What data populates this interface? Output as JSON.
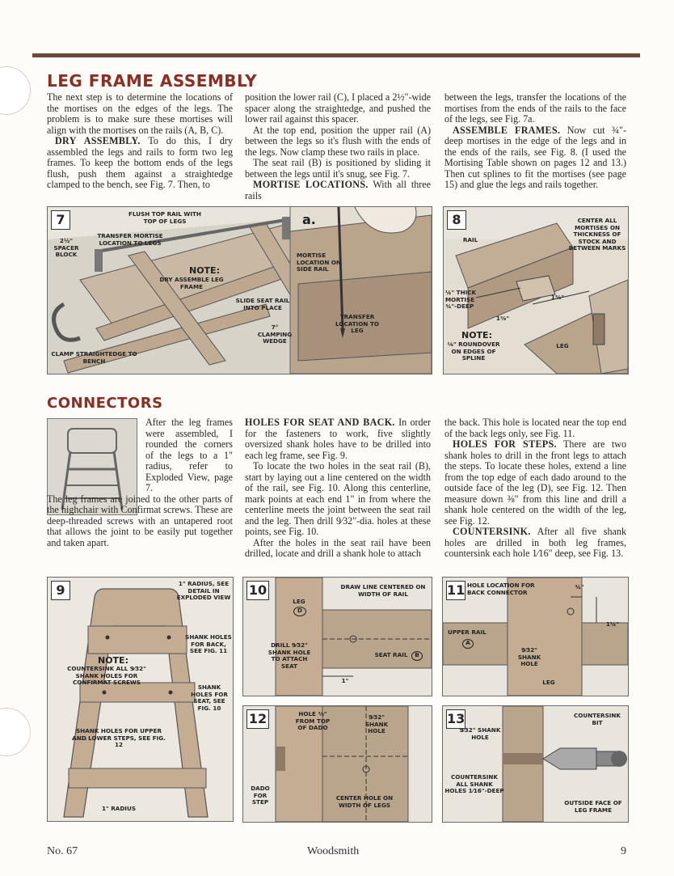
{
  "page": {
    "footer_issue": "No. 67",
    "footer_magazine": "Woodsmith",
    "footer_page": "9"
  },
  "leg_frame": {
    "title": "LEG FRAME ASSEMBLY",
    "c1p1": "The next step is to determine the locations of the mortises on the edges of the legs. The problem is to make sure these mortises will align with the mortises on the rails (A, B, C).",
    "c1p2_lead": "DRY ASSEMBLY.",
    "c1p2": " To do this, I dry assembled the legs and rails to form two leg frames. To keep the bottom ends of the legs flush, push them against a straightedge clamped to the bench, see Fig. 7. Then, to",
    "c2p1": "position the lower rail (C), I placed a 2½\"-wide spacer along the straightedge, and pushed the lower rail against this spacer.",
    "c2p2": "At the top end, position the upper rail (A) between the legs so it's flush with the ends of the legs. Now clamp these two rails in place.",
    "c2p3": "The seat rail (B) is positioned by sliding it between the legs until it's snug, see Fig. 7.",
    "c2p4_lead": "MORTISE LOCATIONS.",
    "c2p4": " With all three rails",
    "c3p1": "between the legs, transfer the locations of the mortises from the ends of the rails to the face of the legs, see Fig. 7a.",
    "c3p2_lead": "ASSEMBLE FRAMES.",
    "c3p2": " Now cut ¾\"-deep mortises in the edge of the legs and in the ends of the rails, see Fig. 8. (I used the Mortising Table shown on pages 12 and 13.) Then cut splines to fit the mortises (see page 15) and glue the legs and rails together."
  },
  "connectors": {
    "title": "CONNECTORS",
    "c1p1": "After the leg frames were assembled, I rounded the corners of the legs to a 1\" radius, refer to Exploded View, page 7.",
    "c1p2": "The leg frames are joined to the other parts of the highchair with Confirmat screws. These are deep-threaded screws with an untapered root that allows the joint to be easily put together and taken apart.",
    "c2p1_lead": "HOLES FOR SEAT AND BACK.",
    "c2p1": " In order for the fasteners to work, five slightly oversized shank holes have to be drilled into each leg frame, see Fig. 9.",
    "c2p2": "To locate the two holes in the seat rail (B), start by laying out a line centered on the width of the rail, see Fig. 10. Along this centerline, mark points at each end 1\" in from where the centerline meets the joint between the seat rail and the leg. Then drill 9⁄32\"-dia. holes at these points, see Fig. 10.",
    "c2p3": "After the holes in the seat rail have been drilled, locate and drill a shank hole to attach",
    "c3p1": "the back. This hole is located near the top end of the back legs only, see Fig. 11.",
    "c3p2_lead": "HOLES FOR STEPS.",
    "c3p2": " There are two shank holes to drill in the front legs to attach the steps. To locate these holes, extend a line from the top edge of each dado around to the outside face of the leg (D), see Fig. 12. Then measure down ⅜\" from this line and drill a shank hole centered on the width of the leg, see Fig. 12.",
    "c3p3_lead": "COUNTERSINK.",
    "c3p3": " After all five shank holes are drilled in both leg frames, countersink each hole 1⁄16\" deep, see Fig. 13."
  },
  "fig7": {
    "num": "7",
    "sub": "a.",
    "l_flush": "FLUSH TOP RAIL WITH TOP OF LEGS",
    "l_transfer": "TRANSFER MORTISE LOCATION TO LEGS",
    "l_spacer": "2½\" SPACER BLOCK",
    "l_note": "NOTE:",
    "l_dry": "DRY ASSEMBLE LEG FRAME",
    "l_slide": "SLIDE SEAT RAIL INTO PLACE",
    "l_wedge": "7° CLAMPING WEDGE",
    "l_clamp": "CLAMP STRAIGHTEDGE TO BENCH",
    "l_mortise": "MORTISE LOCATION ON SIDE RAIL",
    "l_transfer_leg": "TRANSFER LOCATION TO LEG"
  },
  "fig8": {
    "num": "8",
    "l_rail": "RAIL",
    "l_center": "CENTER ALL MORTISES ON THICKNESS OF STOCK AND BETWEEN MARKS",
    "l_thick": "¼\" THICK MORTISE ¾\"-DEEP",
    "l_dim1": "1⅜\"",
    "l_dim2": "1⅜\"",
    "l_note": "NOTE:",
    "l_round": "⅛\" ROUNDOVER ON EDGES OF SPLINE",
    "l_leg": "LEG"
  },
  "fig9": {
    "num": "9",
    "l_radius_top": "1\" RADIUS, SEE DETAIL IN EXPLODED VIEW",
    "l_back": "SHANK HOLES FOR BACK, SEE FIG. 11",
    "l_note": "NOTE:",
    "l_countersink": "COUNTERSINK ALL 9⁄32\" SHANK HOLES FOR CONFIRMAT SCREWS",
    "l_seat": "SHANK HOLES FOR SEAT, SEE FIG. 10",
    "l_steps": "SHANK HOLES FOR UPPER AND LOWER STEPS, SEE FIG. 12",
    "l_radius_bottom": "1\" RADIUS"
  },
  "fig10": {
    "num": "10",
    "l_draw": "DRAW LINE CENTERED ON WIDTH OF RAIL",
    "l_leg": "LEG",
    "l_leg_tag": "D",
    "l_drill": "DRILL 9⁄32\" SHANK HOLE TO ATTACH SEAT",
    "l_seatrail": "SEAT RAIL",
    "l_seatrail_tag": "B",
    "l_dim": "1\""
  },
  "fig11": {
    "num": "11",
    "l_hole": "HOLE LOCATION FOR BACK CONNECTOR",
    "l_dim_top": "¾\"",
    "l_dim_side": "1¼\"",
    "l_upper": "UPPER RAIL",
    "l_upper_tag": "A",
    "l_shank": "9⁄32\" SHANK HOLE",
    "l_leg": "LEG"
  },
  "fig12": {
    "num": "12",
    "l_hole": "HOLE ⅜\" FROM TOP OF DADO",
    "l_shank": "9⁄32\" SHANK HOLE",
    "l_dado": "DADO FOR STEP",
    "l_center": "CENTER HOLE ON WIDTH OF LEGS"
  },
  "fig13": {
    "num": "13",
    "l_shank": "9⁄32\" SHANK HOLE",
    "l_bit": "COUNTERSINK BIT",
    "l_cs": "COUNTERSINK ALL SHANK HOLES 1⁄16\"-DEEP",
    "l_face": "OUTSIDE FACE OF LEG FRAME"
  }
}
